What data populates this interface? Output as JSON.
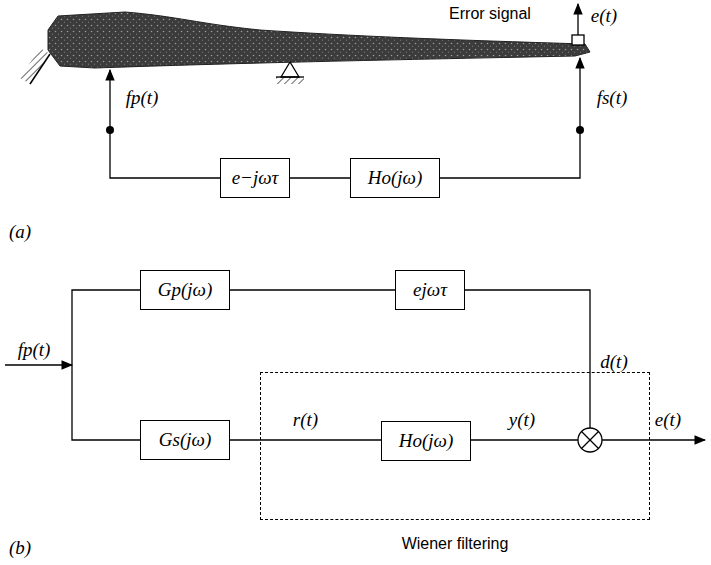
{
  "diagram": {
    "nodes": [
      {
        "text": [
          "e−jωτ"
        ]
      },
      {
        "text": [
          "Ho(jω)"
        ]
      },
      {
        "text": [
          "Gp(jω)"
        ]
      },
      {
        "text": [
          "ejωτ"
        ]
      },
      {
        "text": [
          "Gs(jω)"
        ]
      },
      {
        "text": [
          "Wiener filtering"
        ]
      },
      {
        "text": [
          "Ho(jω)"
        ],
        "in": 5
      }
    ],
    "edges": [
      {
        "from": 0,
        "to": 1,
        "arrow": "none"
      },
      {
        "from": 2,
        "to": 3,
        "arrow": "none"
      },
      {
        "from": 4,
        "to": 6,
        "label": "r(t)",
        "arrow": "none"
      }
    ],
    "labels": [
      "Error signal",
      "e(t)",
      "fp(t)",
      "fs(t)",
      "(a)",
      "fp(t)",
      "d(t)",
      "y(t)",
      "e(t)",
      "(b)"
    ]
  }
}
